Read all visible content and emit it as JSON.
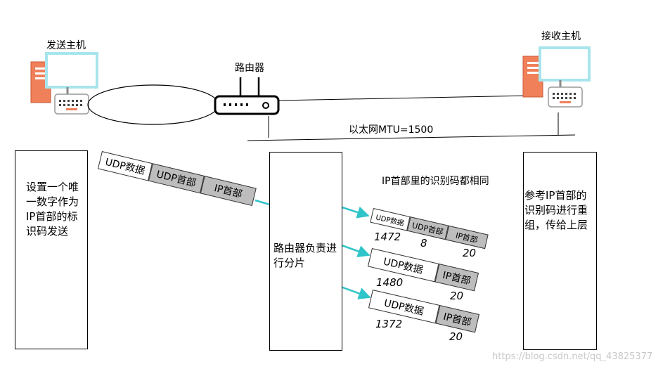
{
  "labels": {
    "sender": "发送主机",
    "receiver": "接收主机",
    "router": "路由器",
    "mtu": "以太网MTU=1500",
    "same_id": "IP首部里的识别码都相同"
  },
  "boxes": {
    "sender_note": [
      "设置一个唯",
      "一数字作为",
      "IP首部的标",
      "识码发送"
    ],
    "router_note": [
      "路由器负责进",
      "行分片"
    ],
    "receiver_note": [
      "参考IP首部的",
      "识别码进行重",
      "组，传给上层"
    ]
  },
  "original_packet": {
    "udp_data": "UDP数据",
    "udp_header": "UDP首部",
    "ip_header": "IP首部"
  },
  "fragments": [
    {
      "segments": [
        "UDP数据",
        "UDP首部",
        "IP首部"
      ],
      "sizes": [
        "1472",
        "8",
        "20"
      ]
    },
    {
      "segments": [
        "UDP数据",
        "IP首部"
      ],
      "sizes": [
        "1480",
        "20"
      ]
    },
    {
      "segments": [
        "UDP数据",
        "IP首部"
      ],
      "sizes": [
        "1372",
        "20"
      ]
    }
  ],
  "watermark": "https://blog.csdn.net/qq_43825377",
  "colors": {
    "arrow": "#2ec4c9",
    "monitor": "#a8e4ec",
    "tower": "#f0805a",
    "packet_gray": "#bdbdbd"
  }
}
